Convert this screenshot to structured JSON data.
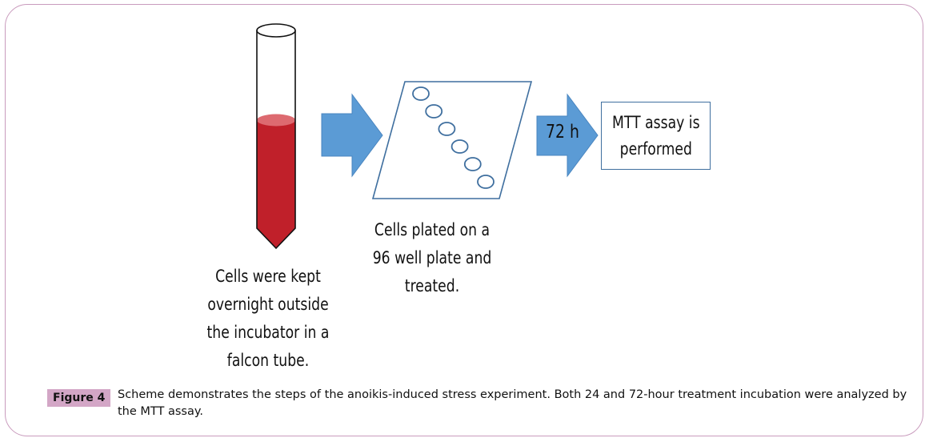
{
  "figure": {
    "label": "Figure 4",
    "caption": "Scheme demonstrates the steps of the anoikis-induced stress experiment. Both 24 and 72-hour treatment incubation were analyzed by the MTT assay.",
    "accent_color": "#d3a6c6",
    "border_color": "#c99bbd"
  },
  "steps": [
    {
      "id": "falcon-tube",
      "icon": "falcon-tube-icon",
      "lines": [
        "Cells were kept",
        "overnight outside",
        "the incubator in a",
        "falcon tube."
      ],
      "liquid_color": "#c0202a"
    },
    {
      "id": "well-plate",
      "icon": "96-well-plate-icon",
      "lines": [
        "Cells plated on a",
        "96 well plate and",
        "treated."
      ],
      "well_count": 6
    },
    {
      "id": "mtt-assay",
      "lines": [
        "MTT assay  is",
        "performed"
      ]
    }
  ],
  "arrows": [
    {
      "id": "arrow-1",
      "label": "",
      "color": "#5b9bd5"
    },
    {
      "id": "arrow-2",
      "label": "72 h",
      "color": "#5b9bd5"
    }
  ]
}
